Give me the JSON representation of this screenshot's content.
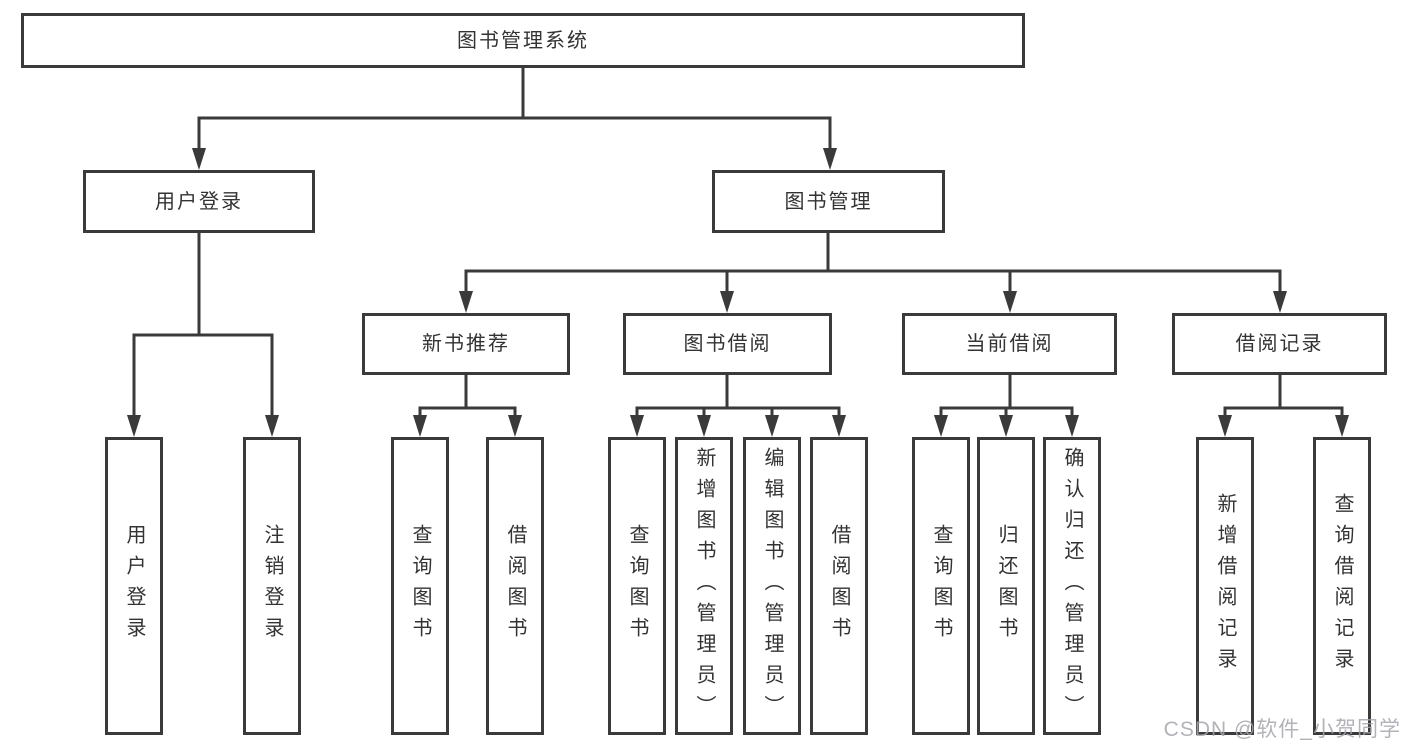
{
  "tree": {
    "root": "图书管理系统",
    "branches": [
      {
        "label": "用户登录",
        "children": [
          "用户登录",
          "注销登录"
        ]
      },
      {
        "label": "图书管理",
        "groups": [
          {
            "label": "新书推荐",
            "children": [
              "查询图书",
              "借阅图书"
            ]
          },
          {
            "label": "图书借阅",
            "children": [
              "查询图书",
              "新增图书（管理员）",
              "编辑图书（管理员）",
              "借阅图书"
            ]
          },
          {
            "label": "当前借阅",
            "children": [
              "查询图书",
              "归还图书",
              "确认归还（管理员）"
            ]
          },
          {
            "label": "借阅记录",
            "children": [
              "新增借阅记录",
              "查询借阅记录"
            ]
          }
        ]
      }
    ]
  },
  "watermark": {
    "text": "CSDN @软件_小贺同学"
  },
  "colors": {
    "line": "#3a3a3a",
    "text": "#333333",
    "background": "#ffffff",
    "watermark": "#a5a5ac"
  }
}
